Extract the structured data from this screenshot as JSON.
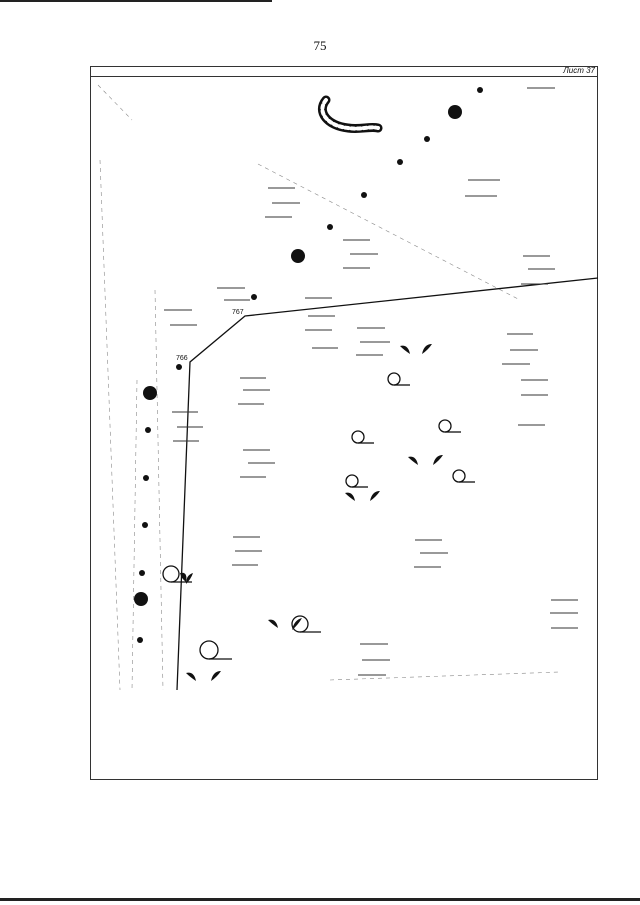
{
  "page": {
    "number": "75"
  },
  "map": {
    "sheet_label": "Лист 37",
    "boundary_points": [
      {
        "id": "pt-766",
        "label": "766"
      },
      {
        "id": "pt-767",
        "label": "767"
      }
    ],
    "legend_symbols": [
      "deciduous-tree-symbol",
      "shrub-symbol",
      "large-dot-symbol",
      "small-dot-symbol",
      "hatched-contour-symbol"
    ]
  }
}
